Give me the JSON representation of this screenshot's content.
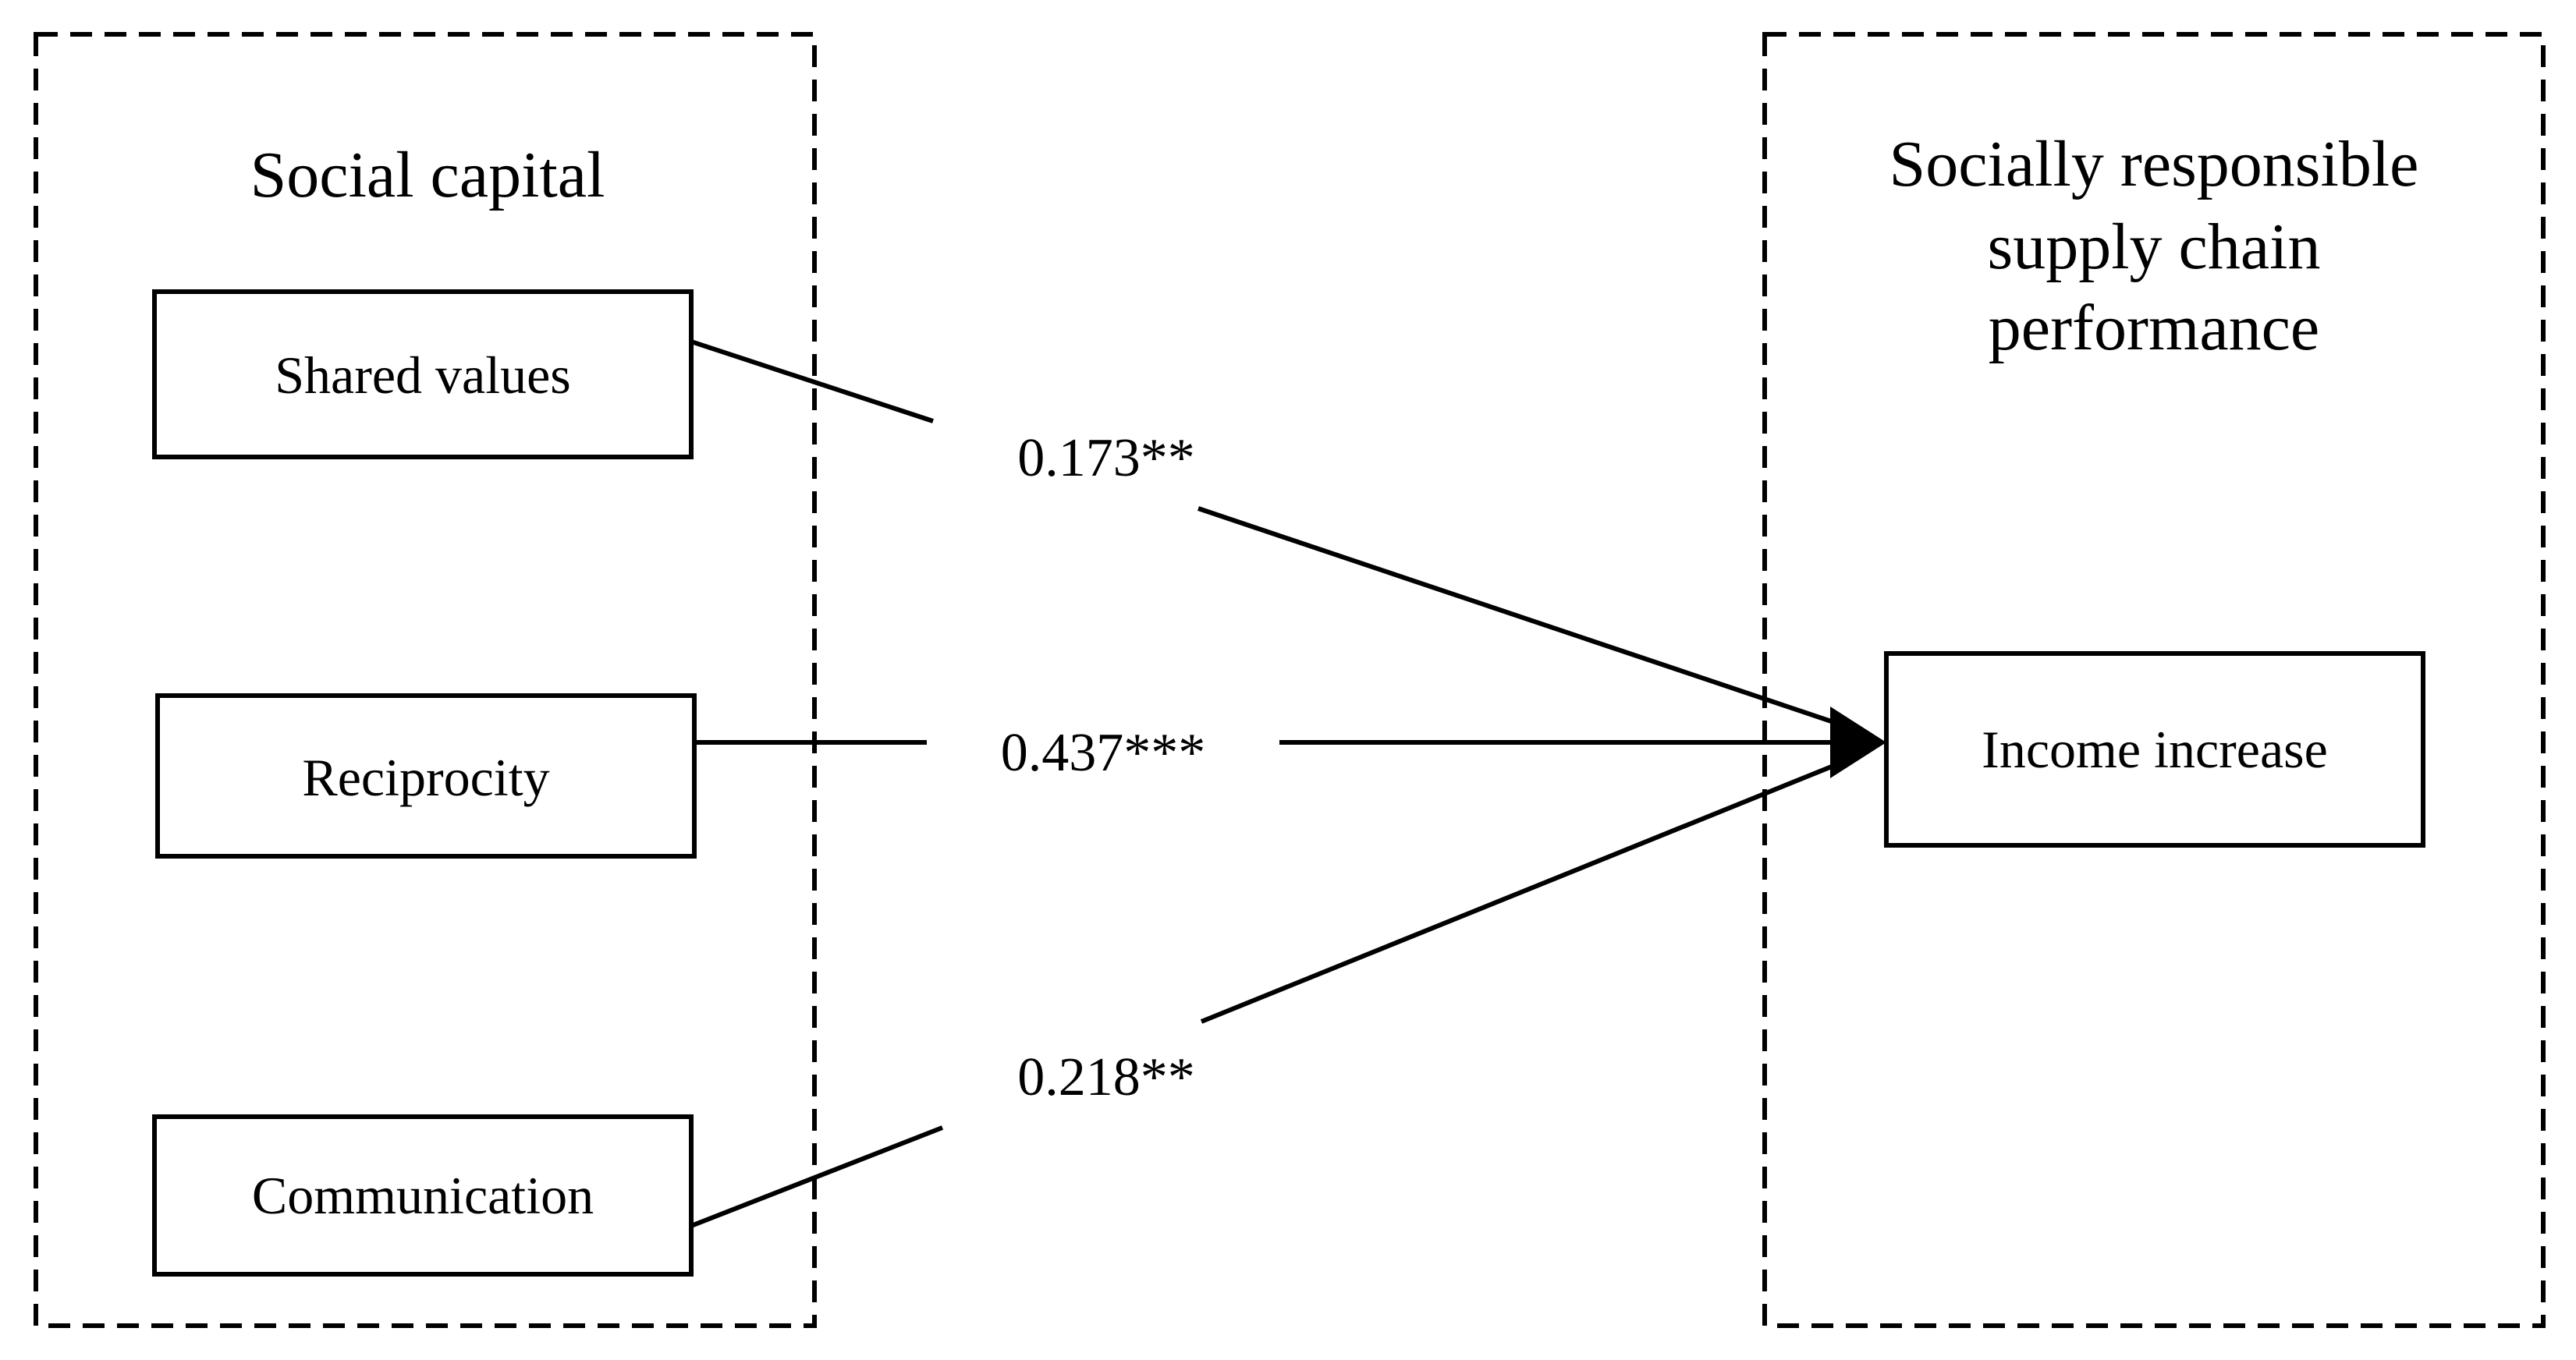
{
  "groups": {
    "left": {
      "title": "Social capital"
    },
    "right": {
      "title_lines": [
        "Socially responsible",
        "supply chain",
        "performance"
      ]
    }
  },
  "nodes": {
    "shared_values": "Shared values",
    "reciprocity": "Reciprocity",
    "communication": "Communication",
    "income_increase": "Income increase"
  },
  "paths": [
    {
      "from": "Shared values",
      "to": "Income increase",
      "coefficient": "0.173**"
    },
    {
      "from": "Reciprocity",
      "to": "Income increase",
      "coefficient": "0.437***"
    },
    {
      "from": "Communication",
      "to": "Income increase",
      "coefficient": "0.218**"
    }
  ],
  "colors": {
    "stroke": "#000000",
    "background": "#ffffff"
  }
}
